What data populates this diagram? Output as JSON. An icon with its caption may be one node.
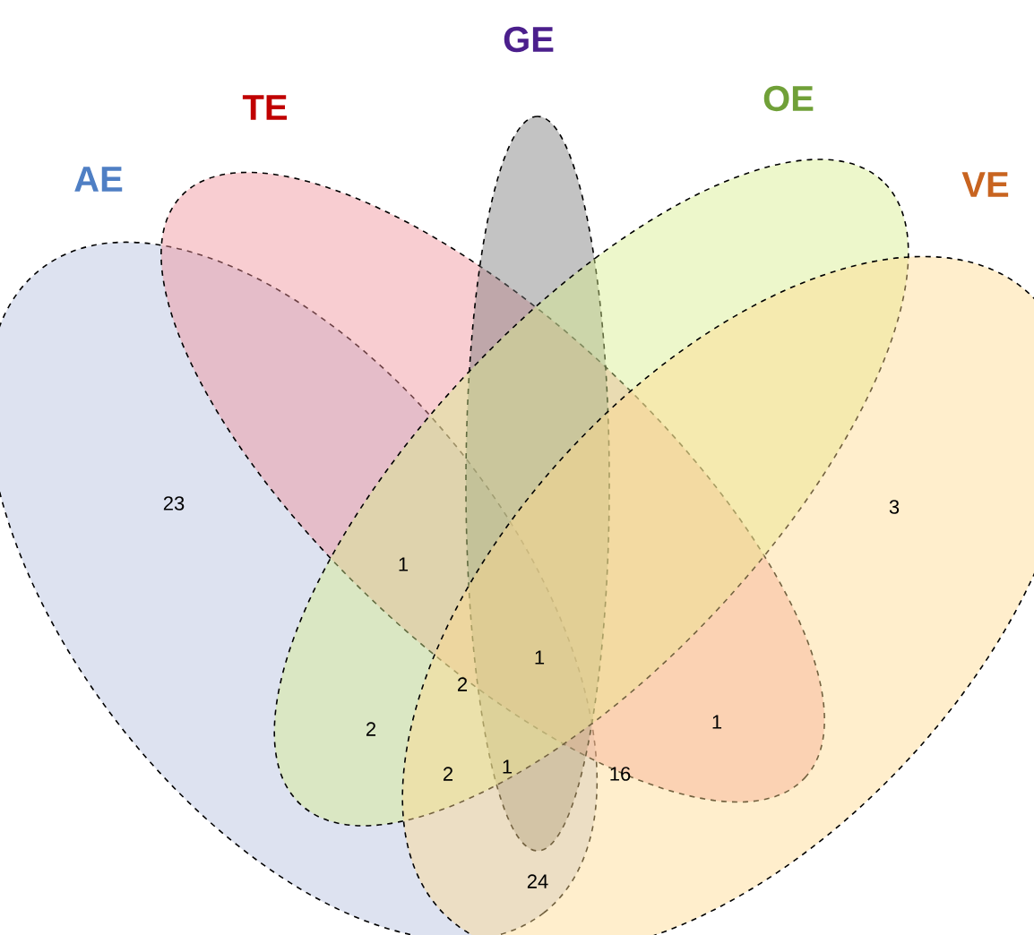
{
  "diagram": {
    "nodes": [
      {
        "text": [
          "AE"
        ]
      },
      {
        "text": [
          "TE"
        ]
      },
      {
        "text": [
          "GE"
        ]
      },
      {
        "text": [
          "OE"
        ]
      },
      {
        "text": [
          "VE"
        ]
      }
    ],
    "labels": [
      "23",
      "3",
      "1",
      "1",
      "2",
      "2",
      "1",
      "2",
      "1",
      "16",
      "24"
    ]
  }
}
